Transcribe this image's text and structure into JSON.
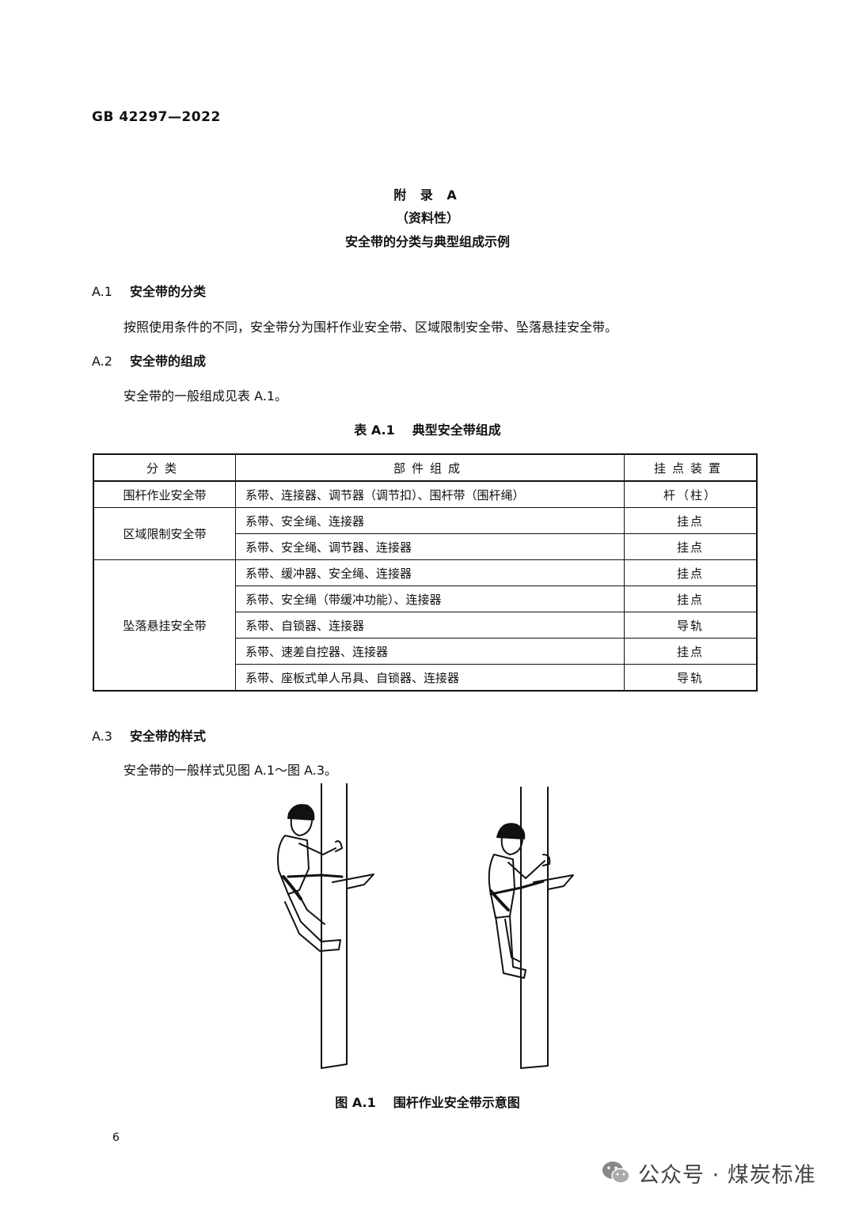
{
  "header": {
    "standard_number": "GB 42297—2022"
  },
  "appendix": {
    "title": "附 录 A",
    "nature": "（资料性）",
    "subject": "安全带的分类与典型组成示例"
  },
  "sections": [
    {
      "number": "A.1",
      "title": "安全带的分类",
      "text": "按照使用条件的不同，安全带分为围杆作业安全带、区域限制安全带、坠落悬挂安全带。"
    },
    {
      "number": "A.2",
      "title": "安全带的组成",
      "text": "安全带的一般组成见表 A.1。"
    },
    {
      "number": "A.3",
      "title": "安全带的样式",
      "text": "安全带的一般样式见图 A.1～图 A.3。"
    }
  ],
  "table": {
    "caption_number": "表 A.1",
    "caption_title": "典型安全带组成",
    "headers": [
      "分类",
      "部件组成",
      "挂点装置"
    ],
    "groups": [
      {
        "category": "围杆作业安全带",
        "rows": [
          {
            "components": "系带、连接器、调节器（调节扣）、围杆带（围杆绳）",
            "anchor": "杆（柱）"
          }
        ]
      },
      {
        "category": "区域限制安全带",
        "rows": [
          {
            "components": "系带、安全绳、连接器",
            "anchor": "挂点"
          },
          {
            "components": "系带、安全绳、调节器、连接器",
            "anchor": "挂点"
          }
        ]
      },
      {
        "category": "坠落悬挂安全带",
        "rows": [
          {
            "components": "系带、缓冲器、安全绳、连接器",
            "anchor": "挂点"
          },
          {
            "components": "系带、安全绳（带缓冲功能）、连接器",
            "anchor": "挂点"
          },
          {
            "components": "系带、自锁器、连接器",
            "anchor": "导轨"
          },
          {
            "components": "系带、速差自控器、连接器",
            "anchor": "挂点"
          },
          {
            "components": "系带、座板式单人吊具、自锁器、连接器",
            "anchor": "导轨"
          }
        ]
      }
    ]
  },
  "figure": {
    "caption_number": "图 A.1",
    "caption_title": "围杆作业安全带示意图"
  },
  "footer": {
    "page_number": "6",
    "watermark": "公众号 · 煤炭标准",
    "watermark_icon": "wechat-icon"
  }
}
